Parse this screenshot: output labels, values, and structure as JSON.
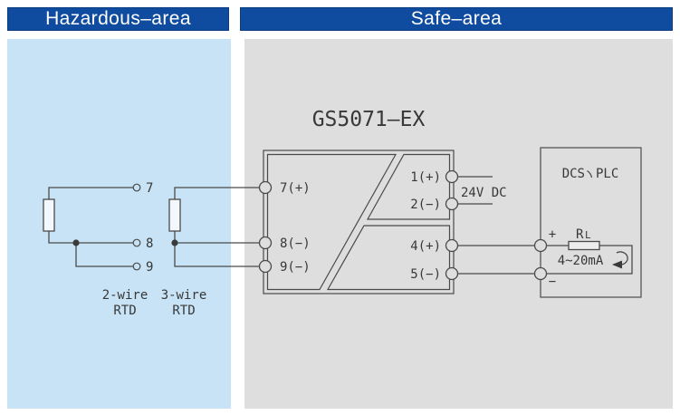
{
  "headers": {
    "hazardous": "Hazardous–area",
    "safe": "Safe–area"
  },
  "hazardous_area": {
    "terminal_numbers": {
      "t7": "7",
      "t8": "8",
      "t9": "9"
    },
    "rtd2": {
      "line1": "2-wire",
      "line2": "RTD"
    },
    "rtd3": {
      "line1": "3-wire",
      "line2": "RTD"
    }
  },
  "module": {
    "title": "GS5071—EX",
    "terminals": {
      "in7": "7(+)",
      "in8": "8(−)",
      "in9": "9(−)",
      "p1": "1(+)",
      "p2": "2(−)",
      "o4": "4(+)",
      "o5": "5(−)"
    },
    "power_label": "24V DC"
  },
  "dcs": {
    "title": "DCS、PLC",
    "title_left": "DCS",
    "title_right": "PLC",
    "plus": "+",
    "minus": "−",
    "load": {
      "r": "R",
      "sub": "L"
    },
    "current": "4~20mA"
  },
  "colors": {
    "header_blue": "#0f4b9e",
    "hazardous_bg": "#c8e3f5",
    "safe_bg": "#dedede",
    "line": "#4a4a4a"
  }
}
